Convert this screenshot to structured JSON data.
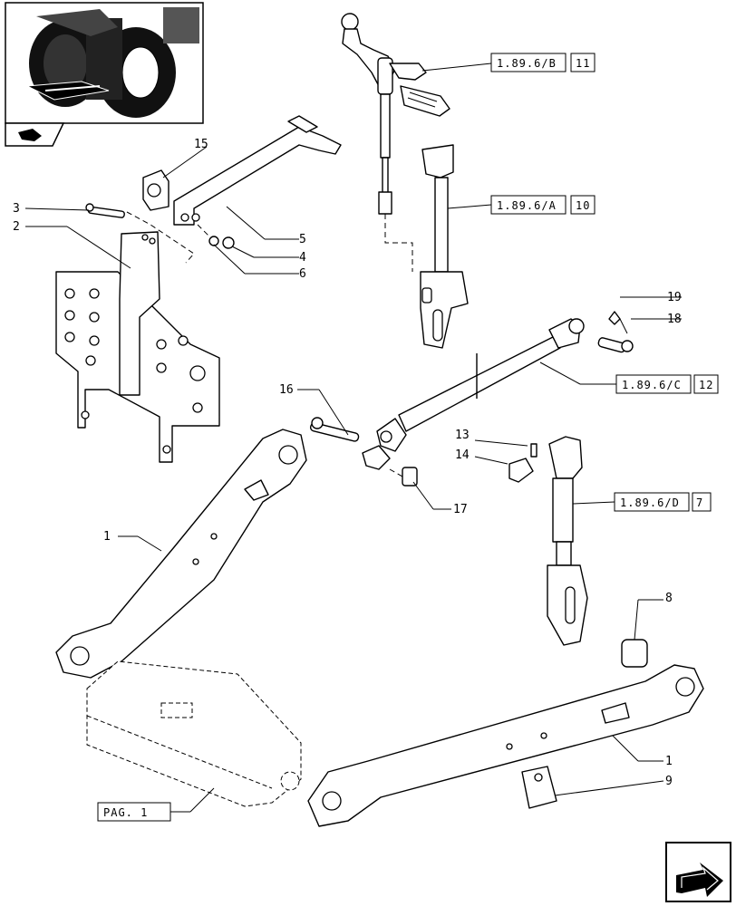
{
  "callouts": {
    "c1a": "1",
    "c1b": "1",
    "c2": "2",
    "c3": "3",
    "c4": "4",
    "c5": "5",
    "c6": "6",
    "c7": "7",
    "c8": "8",
    "c9": "9",
    "c10": "10",
    "c11": "11",
    "c12": "12",
    "c13": "13",
    "c14": "14",
    "c15": "15",
    "c16": "16",
    "c17": "17",
    "c18": "18",
    "c19": "19"
  },
  "references": {
    "ref_b": "1.89.6/B",
    "ref_a": "1.89.6/A",
    "ref_c": "1.89.6/C",
    "ref_d": "1.89.6/D",
    "page": "PAG. 1"
  },
  "icons": {
    "thumbnail": "tractor-thumbnail",
    "book": "manual-icon",
    "nav": "next-page-arrow-icon"
  }
}
